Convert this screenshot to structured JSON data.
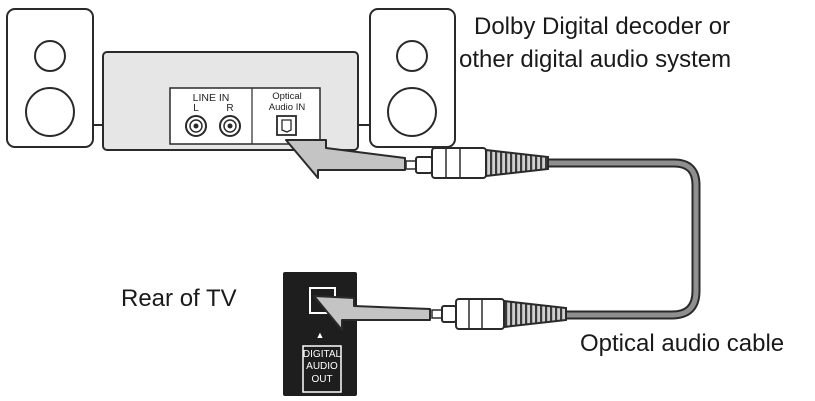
{
  "labels": {
    "device_caption_line1": "Dolby Digital decoder or",
    "device_caption_line2": "other digital audio system",
    "tv_caption": "Rear of TV",
    "cable_caption": "Optical audio cable"
  },
  "receiver_panel": {
    "line_in_label": "LINE IN",
    "left_label": "L",
    "right_label": "R",
    "optical_label_line1": "Optical",
    "optical_label_line2": "Audio IN"
  },
  "tv_panel": {
    "arrow_glyph": "▲",
    "port_label_line1": "DIGITAL",
    "port_label_line2": "AUDIO",
    "port_label_line3": "OUT"
  },
  "colors": {
    "outline": "#2a2a2a",
    "receiver_fill": "#e6e6e6",
    "tv_fill": "#1e1e1e",
    "cable_fill": "#8f8f8f",
    "arrow_fill": "#c4c4c4"
  }
}
